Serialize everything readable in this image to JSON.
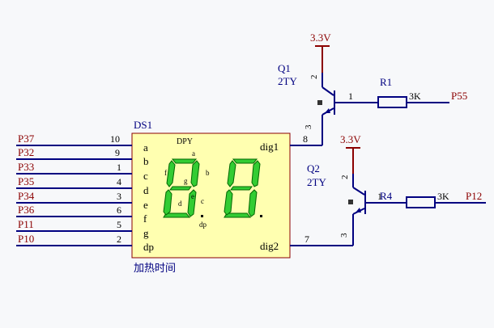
{
  "display": {
    "designator": "DS1",
    "part_label": "DPY",
    "comment": "加热时间",
    "segments": [
      "a",
      "b",
      "c",
      "d",
      "e",
      "f",
      "g",
      "dp"
    ],
    "pins_left": [
      {
        "name": "a",
        "num": "10",
        "net": "P37"
      },
      {
        "name": "b",
        "num": "9",
        "net": "P32"
      },
      {
        "name": "c",
        "num": "1",
        "net": "P33"
      },
      {
        "name": "d",
        "num": "4",
        "net": "P35"
      },
      {
        "name": "e",
        "num": "3",
        "net": "P34"
      },
      {
        "name": "f",
        "num": "6",
        "net": "P36"
      },
      {
        "name": "g",
        "num": "5",
        "net": "P11"
      },
      {
        "name": "dp",
        "num": "2",
        "net": "P10"
      }
    ],
    "pins_right": [
      {
        "name": "dig1",
        "num": "8"
      },
      {
        "name": "dig2",
        "num": "7"
      }
    ]
  },
  "q1": {
    "designator": "Q1",
    "part": "2TY",
    "supply": "3.3V",
    "pin_collector": "2",
    "pin_base": "1",
    "pin_emitter": "3"
  },
  "q2": {
    "designator": "Q2",
    "part": "2TY",
    "supply": "3.3V",
    "pin_collector": "2",
    "pin_base": "1",
    "pin_emitter": "3"
  },
  "r1": {
    "designator": "R1",
    "value": "3K",
    "net": "P55"
  },
  "r4": {
    "designator": "R4",
    "value": "3K",
    "net": "P12"
  },
  "colors": {
    "wire": "#000080",
    "power": "#8b0000",
    "component_fill": "#ffffb0",
    "component_border": "#8b0000",
    "segment_on": "#33cc33"
  }
}
